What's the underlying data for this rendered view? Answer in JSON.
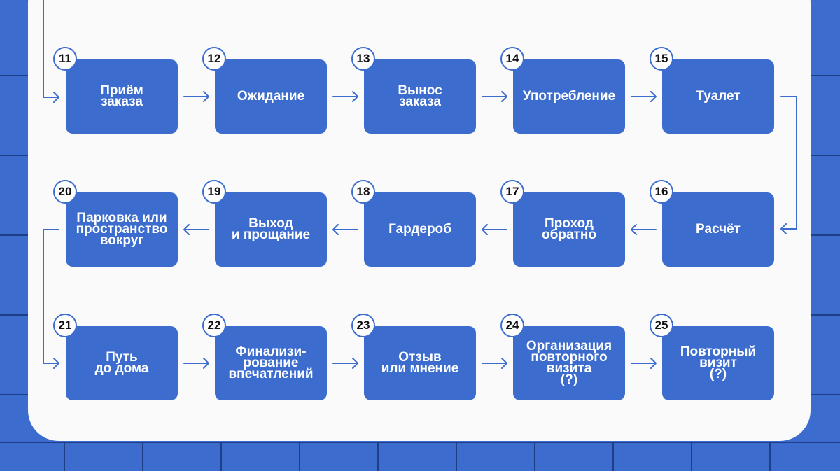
{
  "colors": {
    "accent": "#3c6dce",
    "panel": "#fafafb",
    "badge_text": "#111111"
  },
  "steps": [
    {
      "num": "11",
      "label": "Приём\nзаказа"
    },
    {
      "num": "12",
      "label": "Ожидание"
    },
    {
      "num": "13",
      "label": "Вынос\nзаказа"
    },
    {
      "num": "14",
      "label": "Употребление"
    },
    {
      "num": "15",
      "label": "Туалет"
    },
    {
      "num": "16",
      "label": "Расчёт"
    },
    {
      "num": "17",
      "label": "Проход\nобратно"
    },
    {
      "num": "18",
      "label": "Гардероб"
    },
    {
      "num": "19",
      "label": "Выход\nи прощание"
    },
    {
      "num": "20",
      "label": "Парковка или\nпространство\nвокруг"
    },
    {
      "num": "21",
      "label": "Путь\nдо дома"
    },
    {
      "num": "22",
      "label": "Финализи-\nрование\nвпечатлений"
    },
    {
      "num": "23",
      "label": "Отзыв\nили мнение"
    },
    {
      "num": "24",
      "label": "Организация\nповторного\nвизита\n(?)"
    },
    {
      "num": "25",
      "label": "Повторный\nвизит\n(?)"
    }
  ]
}
